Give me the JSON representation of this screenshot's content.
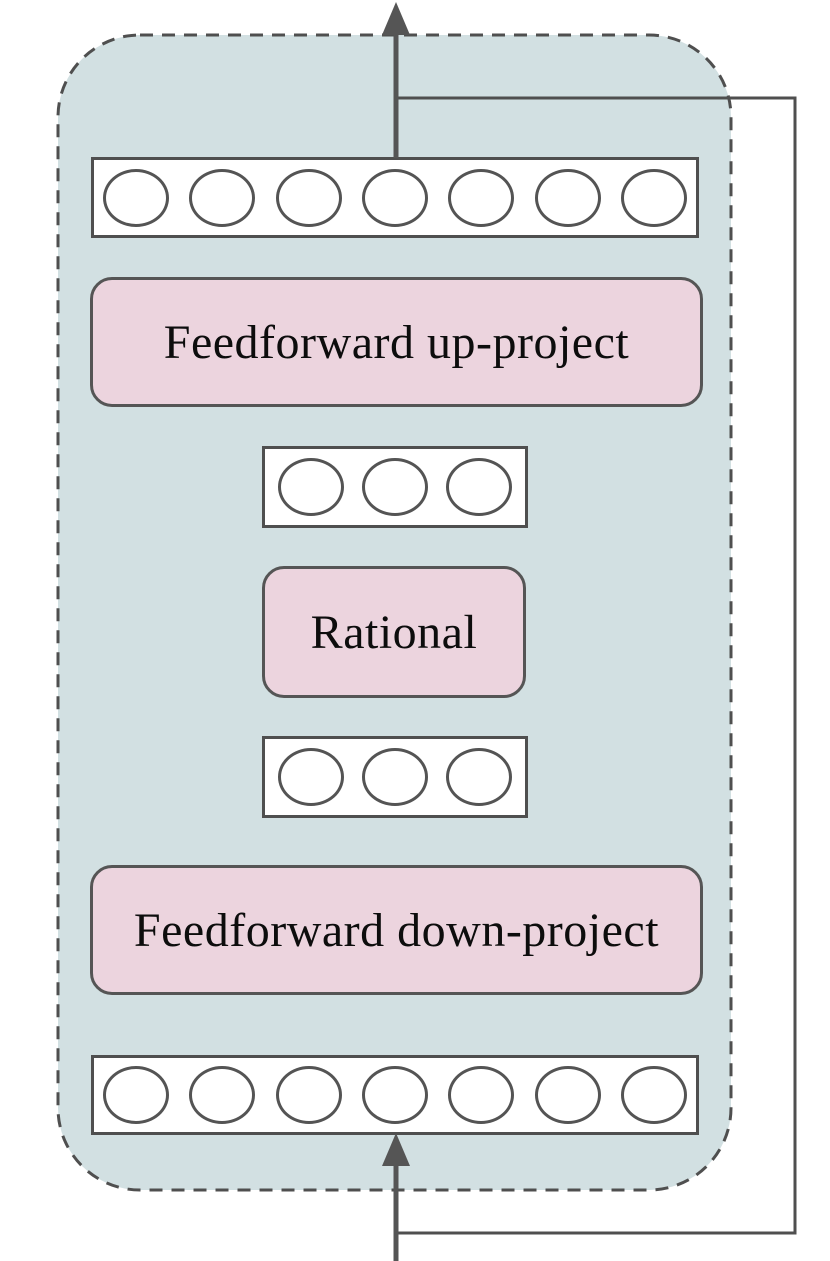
{
  "diagram": {
    "title_semantic": "adapter-feedforward-block",
    "blocks": {
      "up_project": "Feedforward up-project",
      "rational": "Rational",
      "down_project": "Feedforward down-project"
    },
    "vectors": {
      "top_units": 7,
      "mid_upper_units": 3,
      "mid_lower_units": 3,
      "bottom_units": 7
    },
    "connections": {
      "input_arrow": "bottom-center upward into bottom vector",
      "output_arrow": "upward out of top vector",
      "residual_skip": "right-side line from input branch to output branch"
    },
    "colors": {
      "container_fill": "#d2e0e2",
      "container_border": "#4f4f4f",
      "block_fill": "#ecd4de",
      "block_border": "#555555",
      "node_fill": "#ffffff",
      "node_border": "#545454",
      "line": "#4f4f4f",
      "arrow": "#555555",
      "text": "#0d0d0d"
    }
  }
}
